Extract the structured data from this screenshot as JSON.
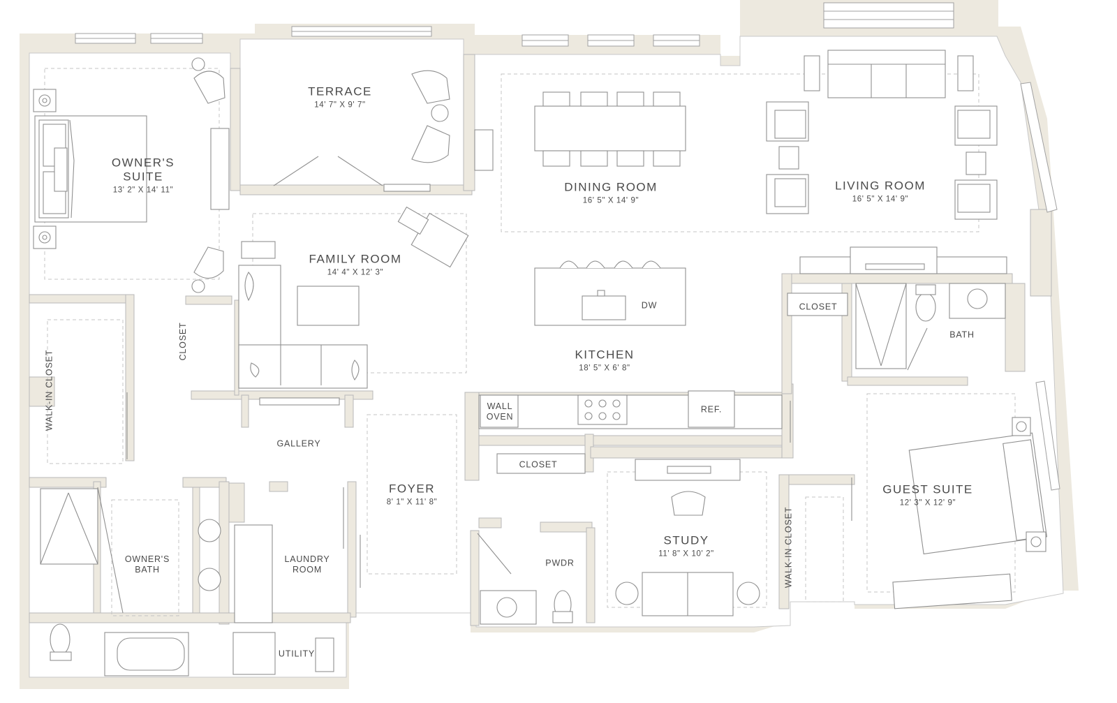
{
  "colors": {
    "wall": "#ede9df",
    "line": "#9a9a9a",
    "fixture": "#8f8f8f",
    "dash": "#c4c4c4",
    "text": "#4a4a4a"
  },
  "rooms": {
    "owners_suite": {
      "name_line1": "OWNER'S",
      "name_line2": "SUITE",
      "dims": "13' 2\" X 14' 11\""
    },
    "terrace": {
      "name": "TERRACE",
      "dims": "14' 7\" X 9' 7\""
    },
    "dining_room": {
      "name": "DINING ROOM",
      "dims": "16' 5\" X 14' 9\""
    },
    "living_room": {
      "name": "LIVING ROOM",
      "dims": "16' 5\" X 14' 9\""
    },
    "family_room": {
      "name": "FAMILY ROOM",
      "dims": "14' 4\" X 12' 3\""
    },
    "kitchen": {
      "name": "KITCHEN",
      "dims": "18' 5\" X 6' 8\""
    },
    "foyer": {
      "name": "FOYER",
      "dims": "8' 1\" X 11' 8\""
    },
    "study": {
      "name": "STUDY",
      "dims": "11' 8\" X 10' 2\""
    },
    "guest_suite": {
      "name": "GUEST SUITE",
      "dims": "12' 3\" X 12' 9\""
    }
  },
  "labels": {
    "closet_owner": "CLOSET",
    "walkin_owner": "WALK-IN CLOSET",
    "gallery": "GALLERY",
    "owners_bath_line1": "OWNER'S",
    "owners_bath_line2": "BATH",
    "laundry_line1": "LAUNDRY",
    "laundry_line2": "ROOM",
    "utility": "UTILITY",
    "wall_oven_line1": "WALL",
    "wall_oven_line2": "OVEN",
    "ref": "REF.",
    "dw": "DW",
    "closet_kitchen": "CLOSET",
    "pwdr": "PWDR",
    "closet_guest": "CLOSET",
    "bath_guest": "BATH",
    "walkin_guest": "WALK-IN CLOSET"
  }
}
